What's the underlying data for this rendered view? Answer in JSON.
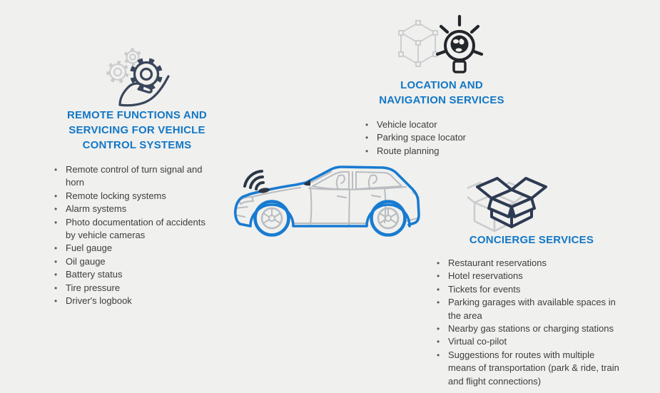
{
  "background": "#f0f0ee",
  "bullet_char": "•",
  "colors": {
    "heading_blue": "#1277c6",
    "body_text": "#3d3d3d",
    "bullet_gray": "#595959",
    "car_blue": "#187bd1",
    "car_gray": "#b9bcc0",
    "icon_navy": "#39455a",
    "icon_black": "#23272b",
    "box_navy": "#2d3a52",
    "signal_dark": "#2b3646",
    "ghost_gray": "#c9cbcd"
  },
  "center_illustration": "connected-car-with-signal-waves",
  "sections": {
    "remote": {
      "icon": "gears-in-hand-icon",
      "title": "REMOTE FUNCTIONS AND SERVICING FOR VEHICLE CONTROL SYSTEMS",
      "items": [
        "Remote control of turn signal and horn",
        "Remote locking systems",
        "Alarm systems",
        "Photo documentation of accidents by vehicle cameras",
        "Fuel gauge",
        "Oil gauge",
        "Battery status",
        "Tire pressure",
        "Driver's logbook"
      ]
    },
    "navigation": {
      "icon": "lightbulb-globe-icon",
      "title": "LOCATION AND NAVIGATION SERVICES",
      "items": [
        "Vehicle locator",
        "Parking space locator",
        "Route planning"
      ]
    },
    "concierge": {
      "icon": "open-box-icon",
      "title": "CONCIERGE SERVICES",
      "items": [
        "Restaurant reservations",
        "Hotel reservations",
        "Tickets for events",
        "Parking garages with available spaces in the area",
        "Nearby gas stations or charging stations",
        "Virtual co-pilot",
        "Suggestions for routes with multiple means of transportation (park & ride, train and flight connections)"
      ]
    }
  }
}
